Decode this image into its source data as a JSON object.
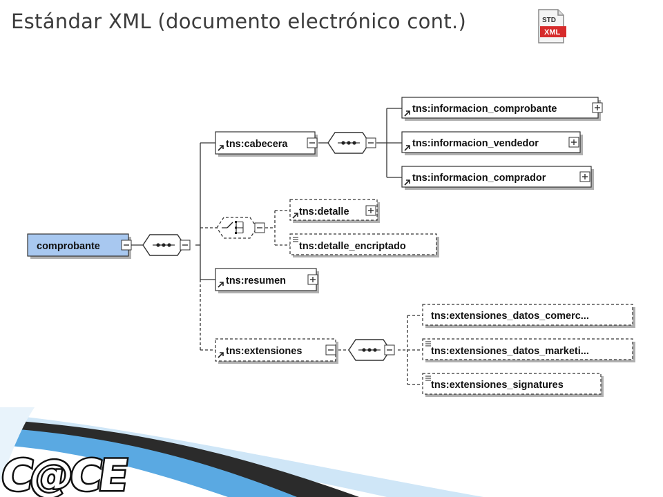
{
  "title": "Estándar XML (documento electrónico cont.)",
  "std_icon": {
    "top_label": "STD",
    "bottom_label": "XML",
    "name": "std-xml-file-icon"
  },
  "diagram": {
    "root": "comprobante",
    "cabecera": "tns:cabecera",
    "informacion_comprobante": "tns:informacion_comprobante",
    "informacion_vendedor": "tns:informacion_vendedor",
    "informacion_comprador": "tns:informacion_comprador",
    "detalle": "tns:detalle",
    "detalle_encriptado": "tns:detalle_encriptado",
    "resumen": "tns:resumen",
    "extensiones": "tns:extensiones",
    "extensiones_datos_comerc": "tns:extensiones_datos_comerc...",
    "extensiones_datos_marketi": "tns:extensiones_datos_marketi...",
    "extensiones_signatures": "tns:extensiones_signatures"
  },
  "logo": {
    "text": "C@CE",
    "name": "cace-logo"
  },
  "colors": {
    "root_fill": "#a8c8f0",
    "node_fill": "#ffffff",
    "shadow": "#b0b0b0",
    "logo_blue": "#4fa3e0"
  }
}
